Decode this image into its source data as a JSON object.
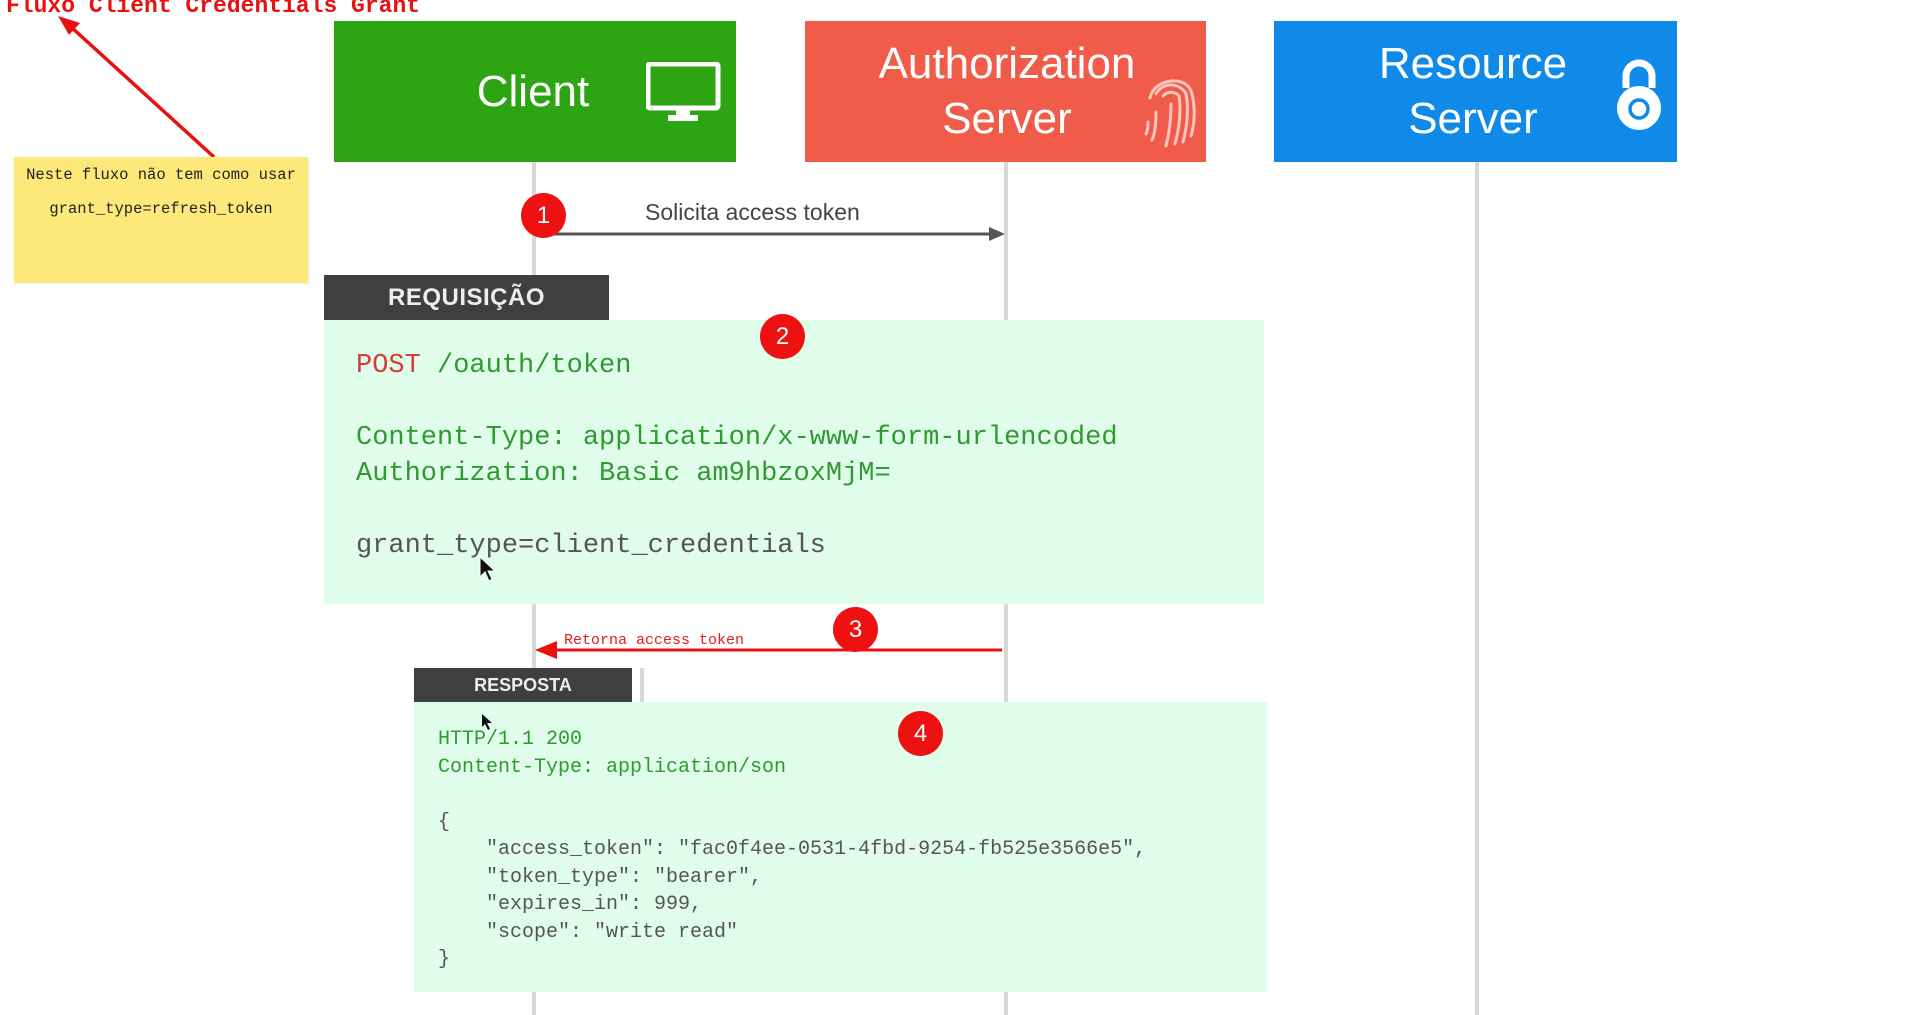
{
  "title": "Fluxo Client Credentials Grant",
  "note": {
    "line1": "Neste fluxo não tem como usar",
    "line2": "grant_type=refresh_token"
  },
  "actors": [
    {
      "label": "Client",
      "icon": "monitor-icon",
      "color": "#2da512"
    },
    {
      "label": "Authorization Server",
      "icon": "fingerprint-icon",
      "color": "#f15b4a"
    },
    {
      "label": "Resource Server",
      "icon": "lock-icon",
      "color": "#0f8ae8"
    }
  ],
  "steps": [
    {
      "number": "1",
      "label": "Solicita access token"
    },
    {
      "number": "2"
    },
    {
      "number": "3",
      "label": "Retorna access token"
    },
    {
      "number": "4"
    }
  ],
  "request": {
    "tab": "REQUISIÇÃO",
    "method": "POST",
    "path": " /oauth/token",
    "header1": "Content-Type: application/x-www-form-urlencoded",
    "header2": "Authorization: Basic am9hbzoxMjM=",
    "body": "grant_type=client_credentials"
  },
  "response": {
    "tab": "RESPOSTA",
    "status": "HTTP/1.1 200",
    "content_type": "Content-Type: application/son",
    "open": "{",
    "line1": "    \"access_token\": \"fac0f4ee-0531-4fbd-9254-fb525e3566e5\",",
    "line2": "    \"token_type\": \"bearer\",",
    "line3": "    \"expires_in\": 999,",
    "line4": "    \"scope\": \"write read\"",
    "close": "}"
  },
  "colors": {
    "note": "#fde87a",
    "panel": "#dffdea",
    "code_green": "#2f9a2f",
    "accent_red": "#ee1111"
  }
}
